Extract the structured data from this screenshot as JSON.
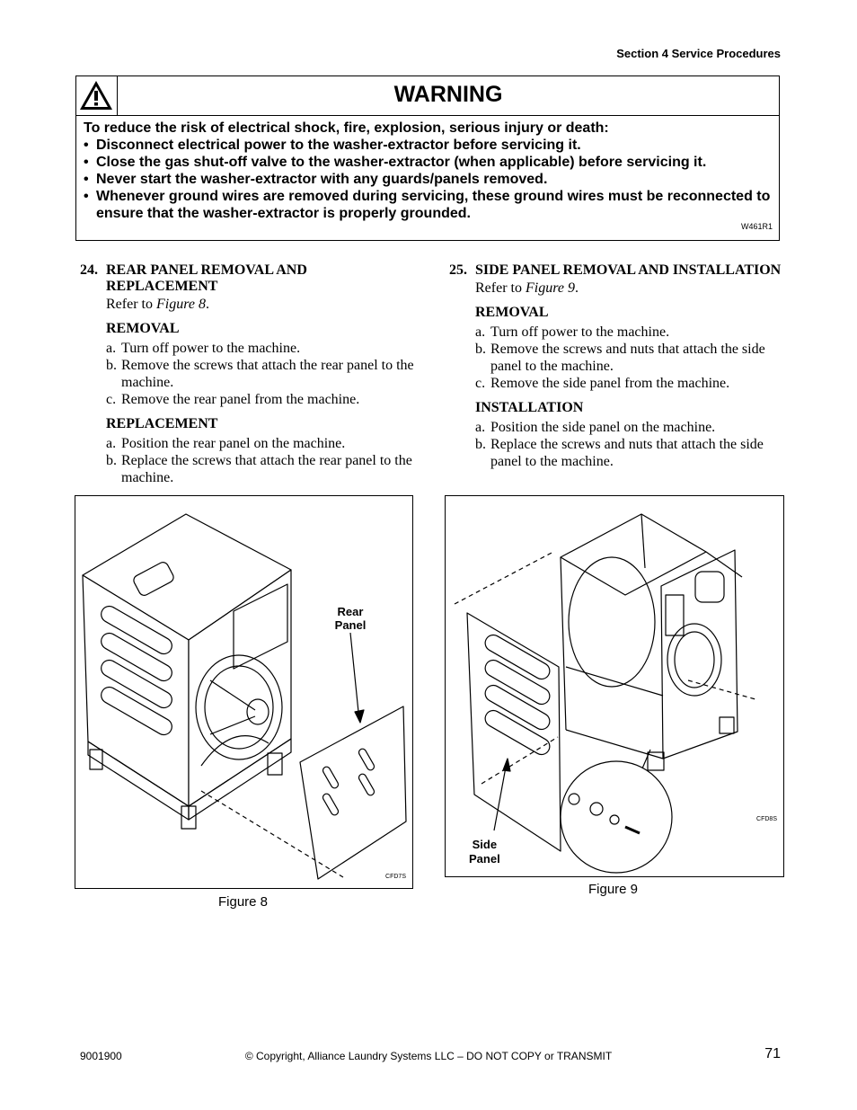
{
  "header": {
    "section": "Section 4 Service Procedures"
  },
  "warning": {
    "title": "WARNING",
    "intro": "To reduce the risk of electrical shock, fire, explosion, serious injury or death:",
    "bullets": [
      "Disconnect electrical power to the washer-extractor before servicing it.",
      "Close the gas shut-off valve to the washer-extractor (when applicable) before servicing it.",
      "Never start the washer-extractor with any guards/panels removed.",
      "Whenever ground wires are removed during servicing, these ground wires must be reconnected to ensure that the washer-extractor is properly grounded."
    ],
    "code": "W461R1"
  },
  "sec24": {
    "num": "24.",
    "title": "REAR PANEL REMOVAL AND REPLACEMENT",
    "ref_prefix": "Refer to ",
    "ref_fig": "Figure 8",
    "ref_suffix": ".",
    "removal_head": "REMOVAL",
    "removal_steps": [
      {
        "letter": "a.",
        "text": "Turn off power to the machine."
      },
      {
        "letter": "b.",
        "text": "Remove the screws that attach the rear panel to the machine."
      },
      {
        "letter": "c.",
        "text": "Remove the rear panel from the machine."
      }
    ],
    "replace_head": "REPLACEMENT",
    "replace_steps": [
      {
        "letter": "a.",
        "text": "Position the rear panel on the machine."
      },
      {
        "letter": "b.",
        "text": "Replace the screws that attach the rear panel to the machine."
      }
    ]
  },
  "sec25": {
    "num": "25.",
    "title": "SIDE PANEL REMOVAL AND INSTALLATION",
    "ref_prefix": "Refer to ",
    "ref_fig": "Figure 9",
    "ref_suffix": ".",
    "removal_head": "REMOVAL",
    "removal_steps": [
      {
        "letter": "a.",
        "text": "Turn off power to the machine."
      },
      {
        "letter": "b.",
        "text": "Remove the screws and nuts that attach the side panel to the machine."
      },
      {
        "letter": "c.",
        "text": "Remove the side panel from the machine."
      }
    ],
    "install_head": "INSTALLATION",
    "install_steps": [
      {
        "letter": "a.",
        "text": "Position the side panel on the machine."
      },
      {
        "letter": "b.",
        "text": "Replace the screws and nuts that attach the side panel to the machine."
      }
    ]
  },
  "figure8": {
    "label_line1": "Rear",
    "label_line2": "Panel",
    "code": "CFD7S",
    "caption": "Figure 8"
  },
  "figure9": {
    "label_line1": "Side",
    "label_line2": "Panel",
    "code": "CFD8S",
    "caption": "Figure 9"
  },
  "footer": {
    "doc_number": "9001900",
    "copyright": "© Copyright, Alliance Laundry Systems LLC – DO NOT COPY or TRANSMIT",
    "page": "71"
  }
}
